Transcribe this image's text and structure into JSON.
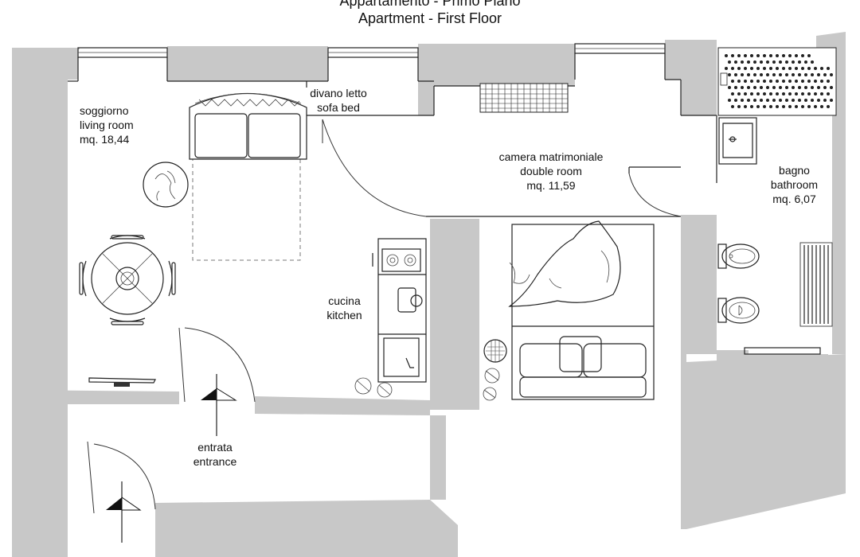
{
  "title": {
    "line1": "Appartamento - Primo Piano",
    "line2": "Apartment - First Floor"
  },
  "rooms": {
    "living": {
      "it": "soggiorno",
      "en": "living room",
      "area": "mq. 18,44"
    },
    "sofa": {
      "it": "divano letto",
      "en": "sofa bed"
    },
    "bedroom": {
      "it": "camera matrimoniale",
      "en": "double room",
      "area": "mq. 11,59"
    },
    "bathroom": {
      "it": "bagno",
      "en": "bathroom",
      "area": "mq. 6,07"
    },
    "kitchen": {
      "it": "cucina",
      "en": "kitchen"
    },
    "entrance": {
      "it": "entrata",
      "en": "entrance"
    }
  },
  "colors": {
    "wall": "#c8c8c8",
    "line": "#222222",
    "background": "#ffffff"
  }
}
